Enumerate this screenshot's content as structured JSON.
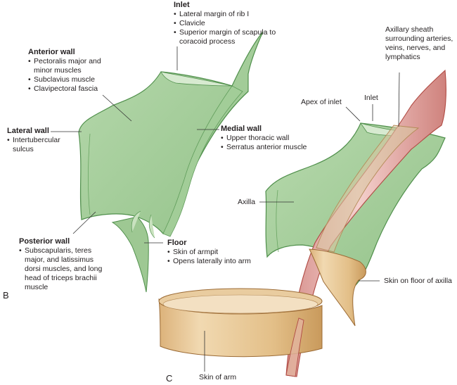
{
  "figure": {
    "panels": [
      {
        "letter": "B",
        "subject": "walls-of-axilla"
      },
      {
        "letter": "C",
        "subject": "axilla-contents"
      }
    ],
    "colors": {
      "wall_fill": "#a9cf9f",
      "wall_dark": "#8dbd84",
      "wall_stroke": "#4f8f4b",
      "vessel_fill": "#e2a9a6",
      "vessel_stroke": "#b04a43",
      "skin_fill": "#e8c998",
      "skin_dark": "#d3a568",
      "skin_stroke": "#9c6b35",
      "leader": "#333333"
    }
  },
  "panelB": {
    "letter": "B",
    "inlet": {
      "title": "Inlet",
      "items": [
        "Lateral margin of rib I",
        "Clavicle",
        "Superior margin of scapula to coracoid process"
      ]
    },
    "anterior_wall": {
      "title": "Anterior wall",
      "items": [
        "Pectoralis major and minor muscles",
        "Subclavius muscle",
        "Clavipectoral fascia"
      ]
    },
    "lateral_wall": {
      "title": "Lateral wall",
      "items": [
        "Intertubercular sulcus"
      ]
    },
    "medial_wall": {
      "title": "Medial wall",
      "items": [
        "Upper thoracic wall",
        "Serratus anterior muscle"
      ]
    },
    "posterior_wall": {
      "title": "Posterior wall",
      "items": [
        "Subscapularis, teres major, and latissimus dorsi muscles, and long head of triceps brachii muscle"
      ]
    },
    "floor": {
      "title": "Floor",
      "items": [
        "Skin of armpit",
        "Opens laterally into arm"
      ]
    }
  },
  "panelC": {
    "letter": "C",
    "axillary_sheath": "Axillary sheath surrounding arteries, veins, nerves, and lymphatics",
    "inlet": "Inlet",
    "apex_of_inlet": "Apex of inlet",
    "axilla": "Axilla",
    "skin_floor": "Skin on floor of axilla",
    "skin_arm": "Skin of arm"
  }
}
